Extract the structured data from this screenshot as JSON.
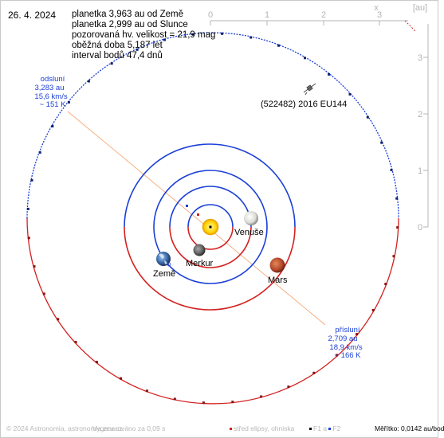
{
  "date": "26. 4. 2024",
  "info": {
    "line1": "planetka 3,963 au od Země",
    "line2": "planetka 2,999 au od Slunce",
    "line3": "pozorovaná hv. velikost = 21,9 mag",
    "line4": "oběžná doba 5,187 let",
    "line5": "interval bodů 47,4 dnů"
  },
  "axes": {
    "x_label": "x",
    "unit_label": "[au]",
    "x_ticks": [
      "0",
      "1",
      "2",
      "3"
    ],
    "y_ticks": [
      "3",
      "2",
      "1",
      "0"
    ]
  },
  "asteroid": {
    "name": "(522482) 2016 EU144"
  },
  "aphelion": {
    "title": "odsluní",
    "dist": "3,283 au",
    "speed": "15,6 km/s",
    "temp": "~ 151 K"
  },
  "perihelion": {
    "title": "přísluní",
    "dist": "2,709 au",
    "speed": "18,9 km/s",
    "temp": "~ 166 K"
  },
  "planets": {
    "venus": "Venuše",
    "mercury": "Merkur",
    "earth": "Země",
    "mars": "Mars"
  },
  "footer": {
    "copyright": "© 2024 Astronomia, astronomia.zcu.cz",
    "generated": "Vygenerováno za 0,09 s",
    "center": "střed elipsy, ohniska",
    "foci": "F1 a",
    "foci2": "F2",
    "scale": "Měřítko: 0,0142 au/bod"
  },
  "colors": {
    "blue_orbit": "#1a3fd6",
    "red_orbit": "#d42020",
    "apsis_line": "#f5a878",
    "label_blue": "#1a3fd6",
    "axis_gray": "#b4b4b4",
    "sun": "#ffd400"
  },
  "icons": {
    "sun": "sun-icon",
    "venus": "venus-planet-icon",
    "mercury": "mercury-planet-icon",
    "earth": "earth-planet-icon",
    "mars": "mars-planet-icon",
    "asteroid": "asteroid-marker-icon"
  }
}
